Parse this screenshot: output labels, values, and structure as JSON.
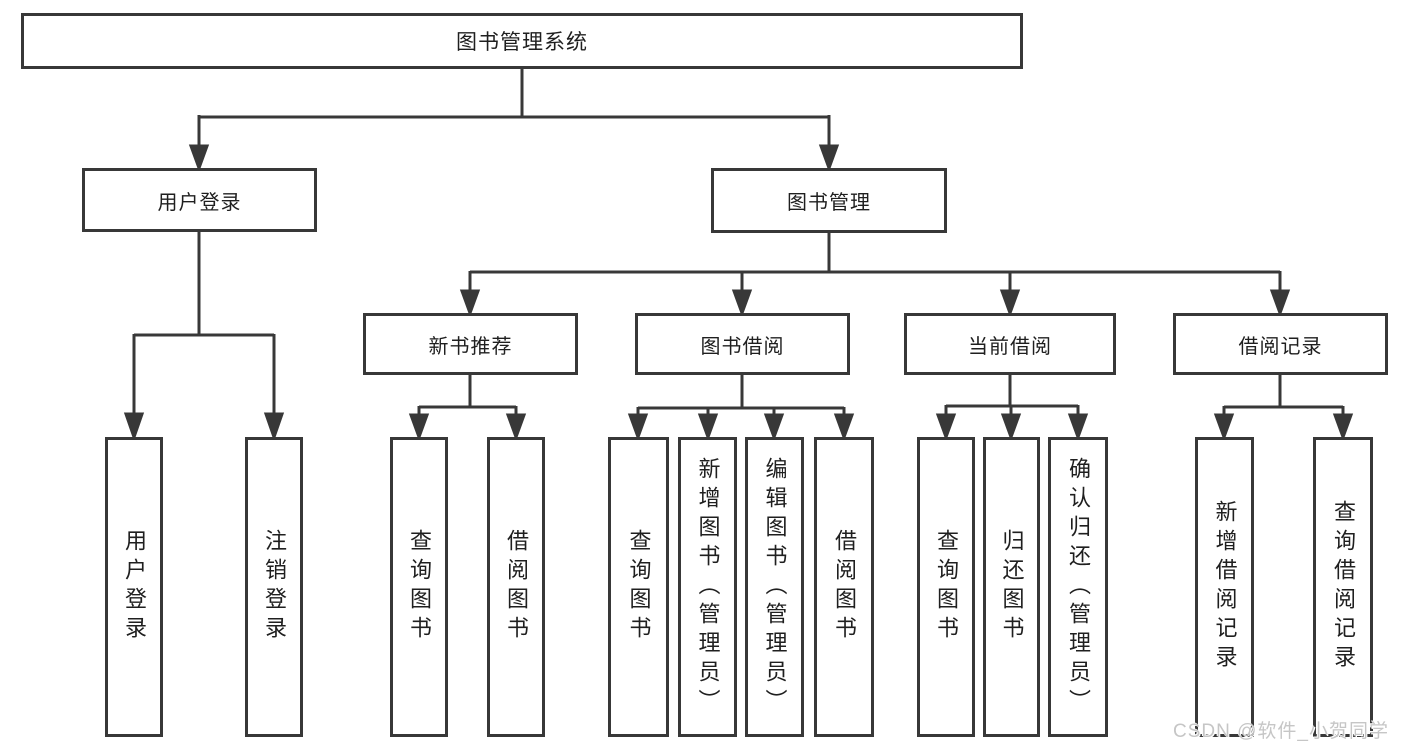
{
  "tree": {
    "root": {
      "label": "图书管理系统"
    },
    "level2": [
      {
        "label": "用户登录",
        "children": [
          {
            "label": "用户登录"
          },
          {
            "label": "注销登录"
          }
        ]
      },
      {
        "label": "图书管理",
        "children": [
          {
            "label": "新书推荐",
            "children": [
              {
                "label": "查询图书"
              },
              {
                "label": "借阅图书"
              }
            ]
          },
          {
            "label": "图书借阅",
            "children": [
              {
                "label": "查询图书"
              },
              {
                "label": "新增图书（管理员）"
              },
              {
                "label": "编辑图书（管理员）"
              },
              {
                "label": "借阅图书"
              }
            ]
          },
          {
            "label": "当前借阅",
            "children": [
              {
                "label": "查询图书"
              },
              {
                "label": "归还图书"
              },
              {
                "label": "确认归还（管理员）"
              }
            ]
          },
          {
            "label": "借阅记录",
            "children": [
              {
                "label": "新增借阅记录"
              },
              {
                "label": "查询借阅记录"
              }
            ]
          }
        ]
      }
    ]
  },
  "watermark": {
    "text": "CSDN @软件_小贺同学"
  },
  "colors": {
    "line": "#383838",
    "box_border": "#383838",
    "text": "#1f1f1f",
    "watermark": "#c6c6c6",
    "background": "#ffffff"
  }
}
